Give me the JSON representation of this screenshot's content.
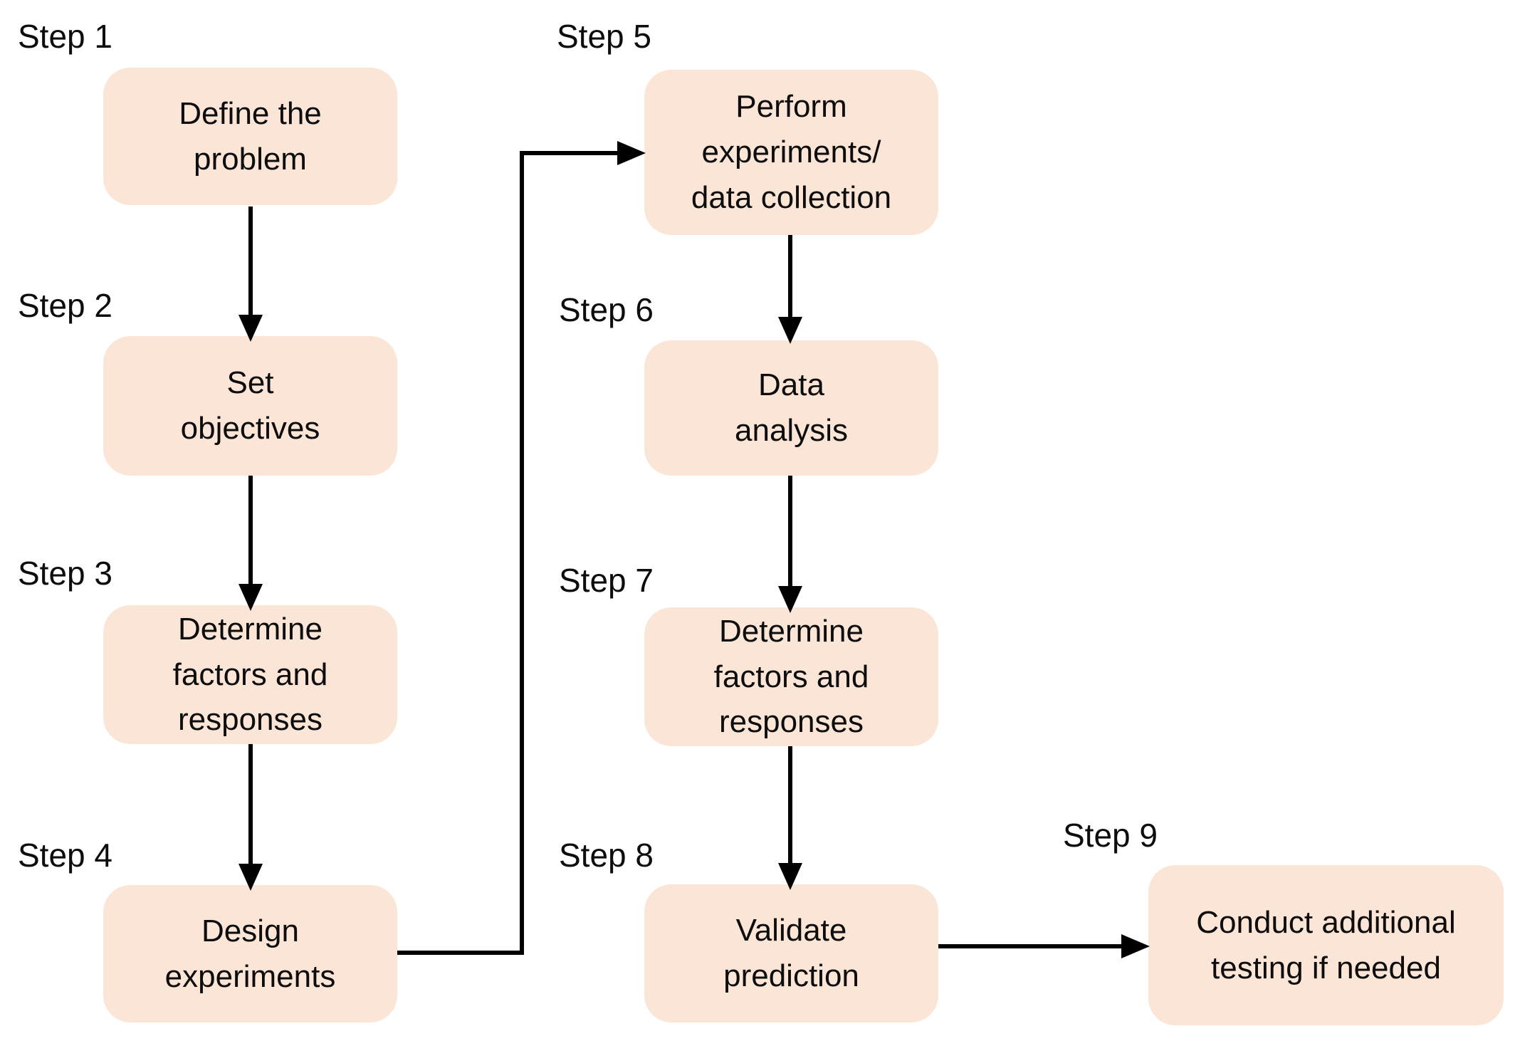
{
  "diagram": {
    "type": "flowchart",
    "colors": {
      "background": "#ffffff",
      "box_fill": "#fbe5d6",
      "text_color": "#0d0d0d",
      "arrow_color": "#000000"
    },
    "steps": [
      {
        "label": "Step 1",
        "text": "Define the\nproblem"
      },
      {
        "label": "Step 2",
        "text": "Set\nobjectives"
      },
      {
        "label": "Step 3",
        "text": "Determine\nfactors and\nresponses"
      },
      {
        "label": "Step 4",
        "text": "Design\nexperiments"
      },
      {
        "label": "Step 5",
        "text": "Perform\nexperiments/\ndata collection"
      },
      {
        "label": "Step 6",
        "text": "Data\nanalysis"
      },
      {
        "label": "Step 7",
        "text": "Determine\nfactors and\nresponses"
      },
      {
        "label": "Step 8",
        "text": "Validate\nprediction"
      },
      {
        "label": "Step 9",
        "text": "Conduct additional\ntesting if needed"
      }
    ],
    "connections": [
      {
        "from": "Step 1",
        "to": "Step 2"
      },
      {
        "from": "Step 2",
        "to": "Step 3"
      },
      {
        "from": "Step 3",
        "to": "Step 4"
      },
      {
        "from": "Step 4",
        "to": "Step 5"
      },
      {
        "from": "Step 5",
        "to": "Step 6"
      },
      {
        "from": "Step 6",
        "to": "Step 7"
      },
      {
        "from": "Step 7",
        "to": "Step 8"
      },
      {
        "from": "Step 8",
        "to": "Step 9"
      }
    ]
  }
}
